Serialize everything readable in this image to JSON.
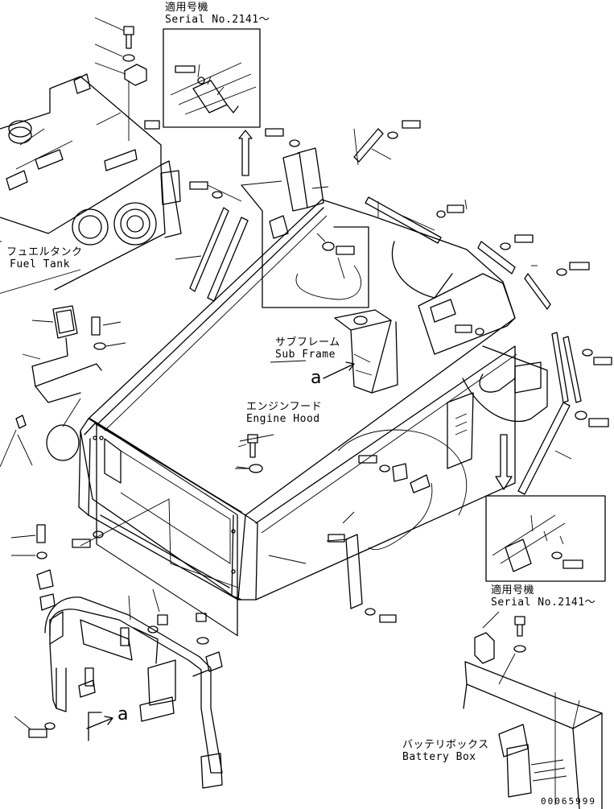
{
  "labels": {
    "serial_top": {
      "jp": "適用号機",
      "en": "Serial No.2141～"
    },
    "serial_right": {
      "jp": "適用号機",
      "en": "Serial No.2141～"
    },
    "fuel_tank": {
      "jp": "フュエルタンク",
      "en": "Fuel Tank"
    },
    "sub_frame": {
      "jp": "サブフレーム",
      "en": "Sub Frame"
    },
    "engine_hood": {
      "jp": "エンジンフード",
      "en": "Engine Hood"
    },
    "battery_box": {
      "jp": "バッテリボックス",
      "en": "Battery Box"
    },
    "ref_a_upper": "a",
    "ref_a_lower": "a",
    "doc_number": "00065999"
  }
}
